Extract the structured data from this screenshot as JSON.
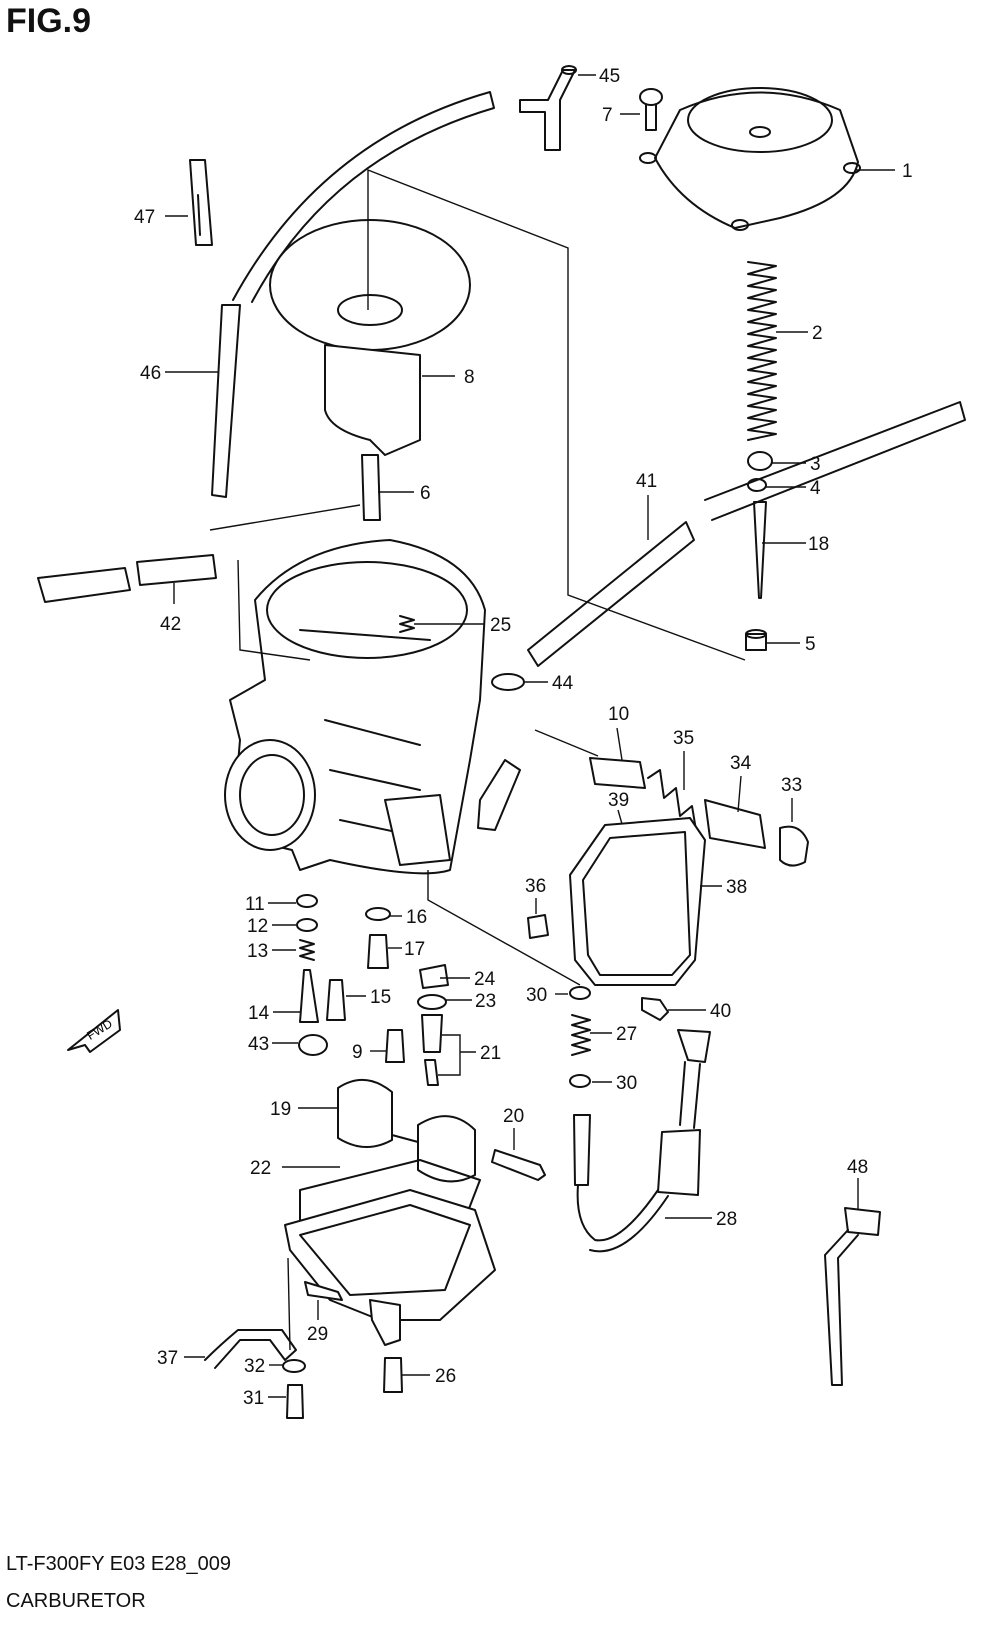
{
  "header": {
    "title": "FIG.9"
  },
  "footer": {
    "model_code": "LT-F300FY E03 E28_009",
    "sheet_name": "CARBURETOR"
  },
  "direction_arrow": {
    "label": "FWD"
  },
  "callouts": [
    {
      "id": "c1",
      "text": "1"
    },
    {
      "id": "c2",
      "text": "2"
    },
    {
      "id": "c3",
      "text": "3"
    },
    {
      "id": "c4",
      "text": "4"
    },
    {
      "id": "c5",
      "text": "5"
    },
    {
      "id": "c6",
      "text": "6"
    },
    {
      "id": "c7",
      "text": "7"
    },
    {
      "id": "c8",
      "text": "8"
    },
    {
      "id": "c9",
      "text": "9"
    },
    {
      "id": "c10",
      "text": "10"
    },
    {
      "id": "c11",
      "text": "11"
    },
    {
      "id": "c12",
      "text": "12"
    },
    {
      "id": "c13",
      "text": "13"
    },
    {
      "id": "c14",
      "text": "14"
    },
    {
      "id": "c15",
      "text": "15"
    },
    {
      "id": "c16",
      "text": "16"
    },
    {
      "id": "c17",
      "text": "17"
    },
    {
      "id": "c18",
      "text": "18"
    },
    {
      "id": "c19",
      "text": "19"
    },
    {
      "id": "c20",
      "text": "20"
    },
    {
      "id": "c21",
      "text": "21"
    },
    {
      "id": "c22",
      "text": "22"
    },
    {
      "id": "c23",
      "text": "23"
    },
    {
      "id": "c24",
      "text": "24"
    },
    {
      "id": "c25",
      "text": "25"
    },
    {
      "id": "c26",
      "text": "26"
    },
    {
      "id": "c27",
      "text": "27"
    },
    {
      "id": "c28",
      "text": "28"
    },
    {
      "id": "c29",
      "text": "29"
    },
    {
      "id": "c30a",
      "text": "30"
    },
    {
      "id": "c30b",
      "text": "30"
    },
    {
      "id": "c31",
      "text": "31"
    },
    {
      "id": "c32",
      "text": "32"
    },
    {
      "id": "c33",
      "text": "33"
    },
    {
      "id": "c34",
      "text": "34"
    },
    {
      "id": "c35",
      "text": "35"
    },
    {
      "id": "c36",
      "text": "36"
    },
    {
      "id": "c37",
      "text": "37"
    },
    {
      "id": "c38",
      "text": "38"
    },
    {
      "id": "c39",
      "text": "39"
    },
    {
      "id": "c40",
      "text": "40"
    },
    {
      "id": "c41",
      "text": "41"
    },
    {
      "id": "c42",
      "text": "42"
    },
    {
      "id": "c43",
      "text": "43"
    },
    {
      "id": "c44",
      "text": "44"
    },
    {
      "id": "c45",
      "text": "45"
    },
    {
      "id": "c46",
      "text": "46"
    },
    {
      "id": "c47",
      "text": "47"
    },
    {
      "id": "c48",
      "text": "48"
    }
  ]
}
